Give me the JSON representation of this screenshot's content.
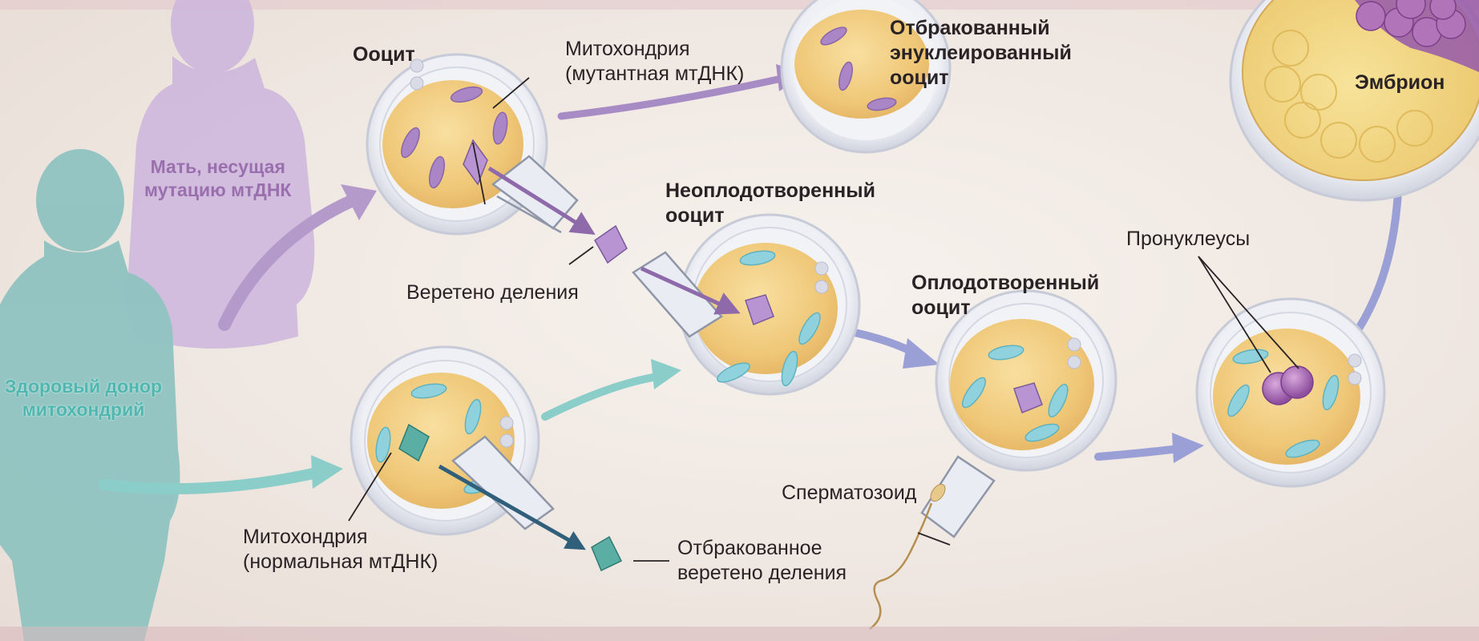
{
  "labels": {
    "mother": [
      "Мать, несущая",
      "мутацию мтДНК"
    ],
    "donor": [
      "Здоровый донор",
      "митохондрий"
    ],
    "oocyte": "Ооцит",
    "mito_mutant": [
      "Митохондрия",
      "(мутантная мтДНК)"
    ],
    "rejected_enucleated": [
      "Отбракованный",
      "энуклеированный",
      "ооцит"
    ],
    "embryo": "Эмбрион",
    "unfertilized": [
      "Неоплодотворенный",
      "ооцит"
    ],
    "spindle": "Веретено деления",
    "fertilized": [
      "Оплодотворенный",
      "ооцит"
    ],
    "pronuclei": "Пронуклеусы",
    "sperm": "Сперматозоид",
    "mito_normal": [
      "Митохондрия",
      "(нормальная мтДНК)"
    ],
    "rejected_spindle": [
      "Отбракованное",
      "веретено деления"
    ]
  },
  "colors": {
    "mother": "#b89ccc",
    "donor": "#6fb3ae",
    "purple_arrow": "#8e6aab",
    "teal_arrow": "#7dc8c6",
    "blue_arrow": "#8c90d0",
    "cytoplasm": "#f1cd7c",
    "zona": "#dfe3ec",
    "mito_mutant": "#a57fc2",
    "mito_normal": "#8fd2dd"
  }
}
